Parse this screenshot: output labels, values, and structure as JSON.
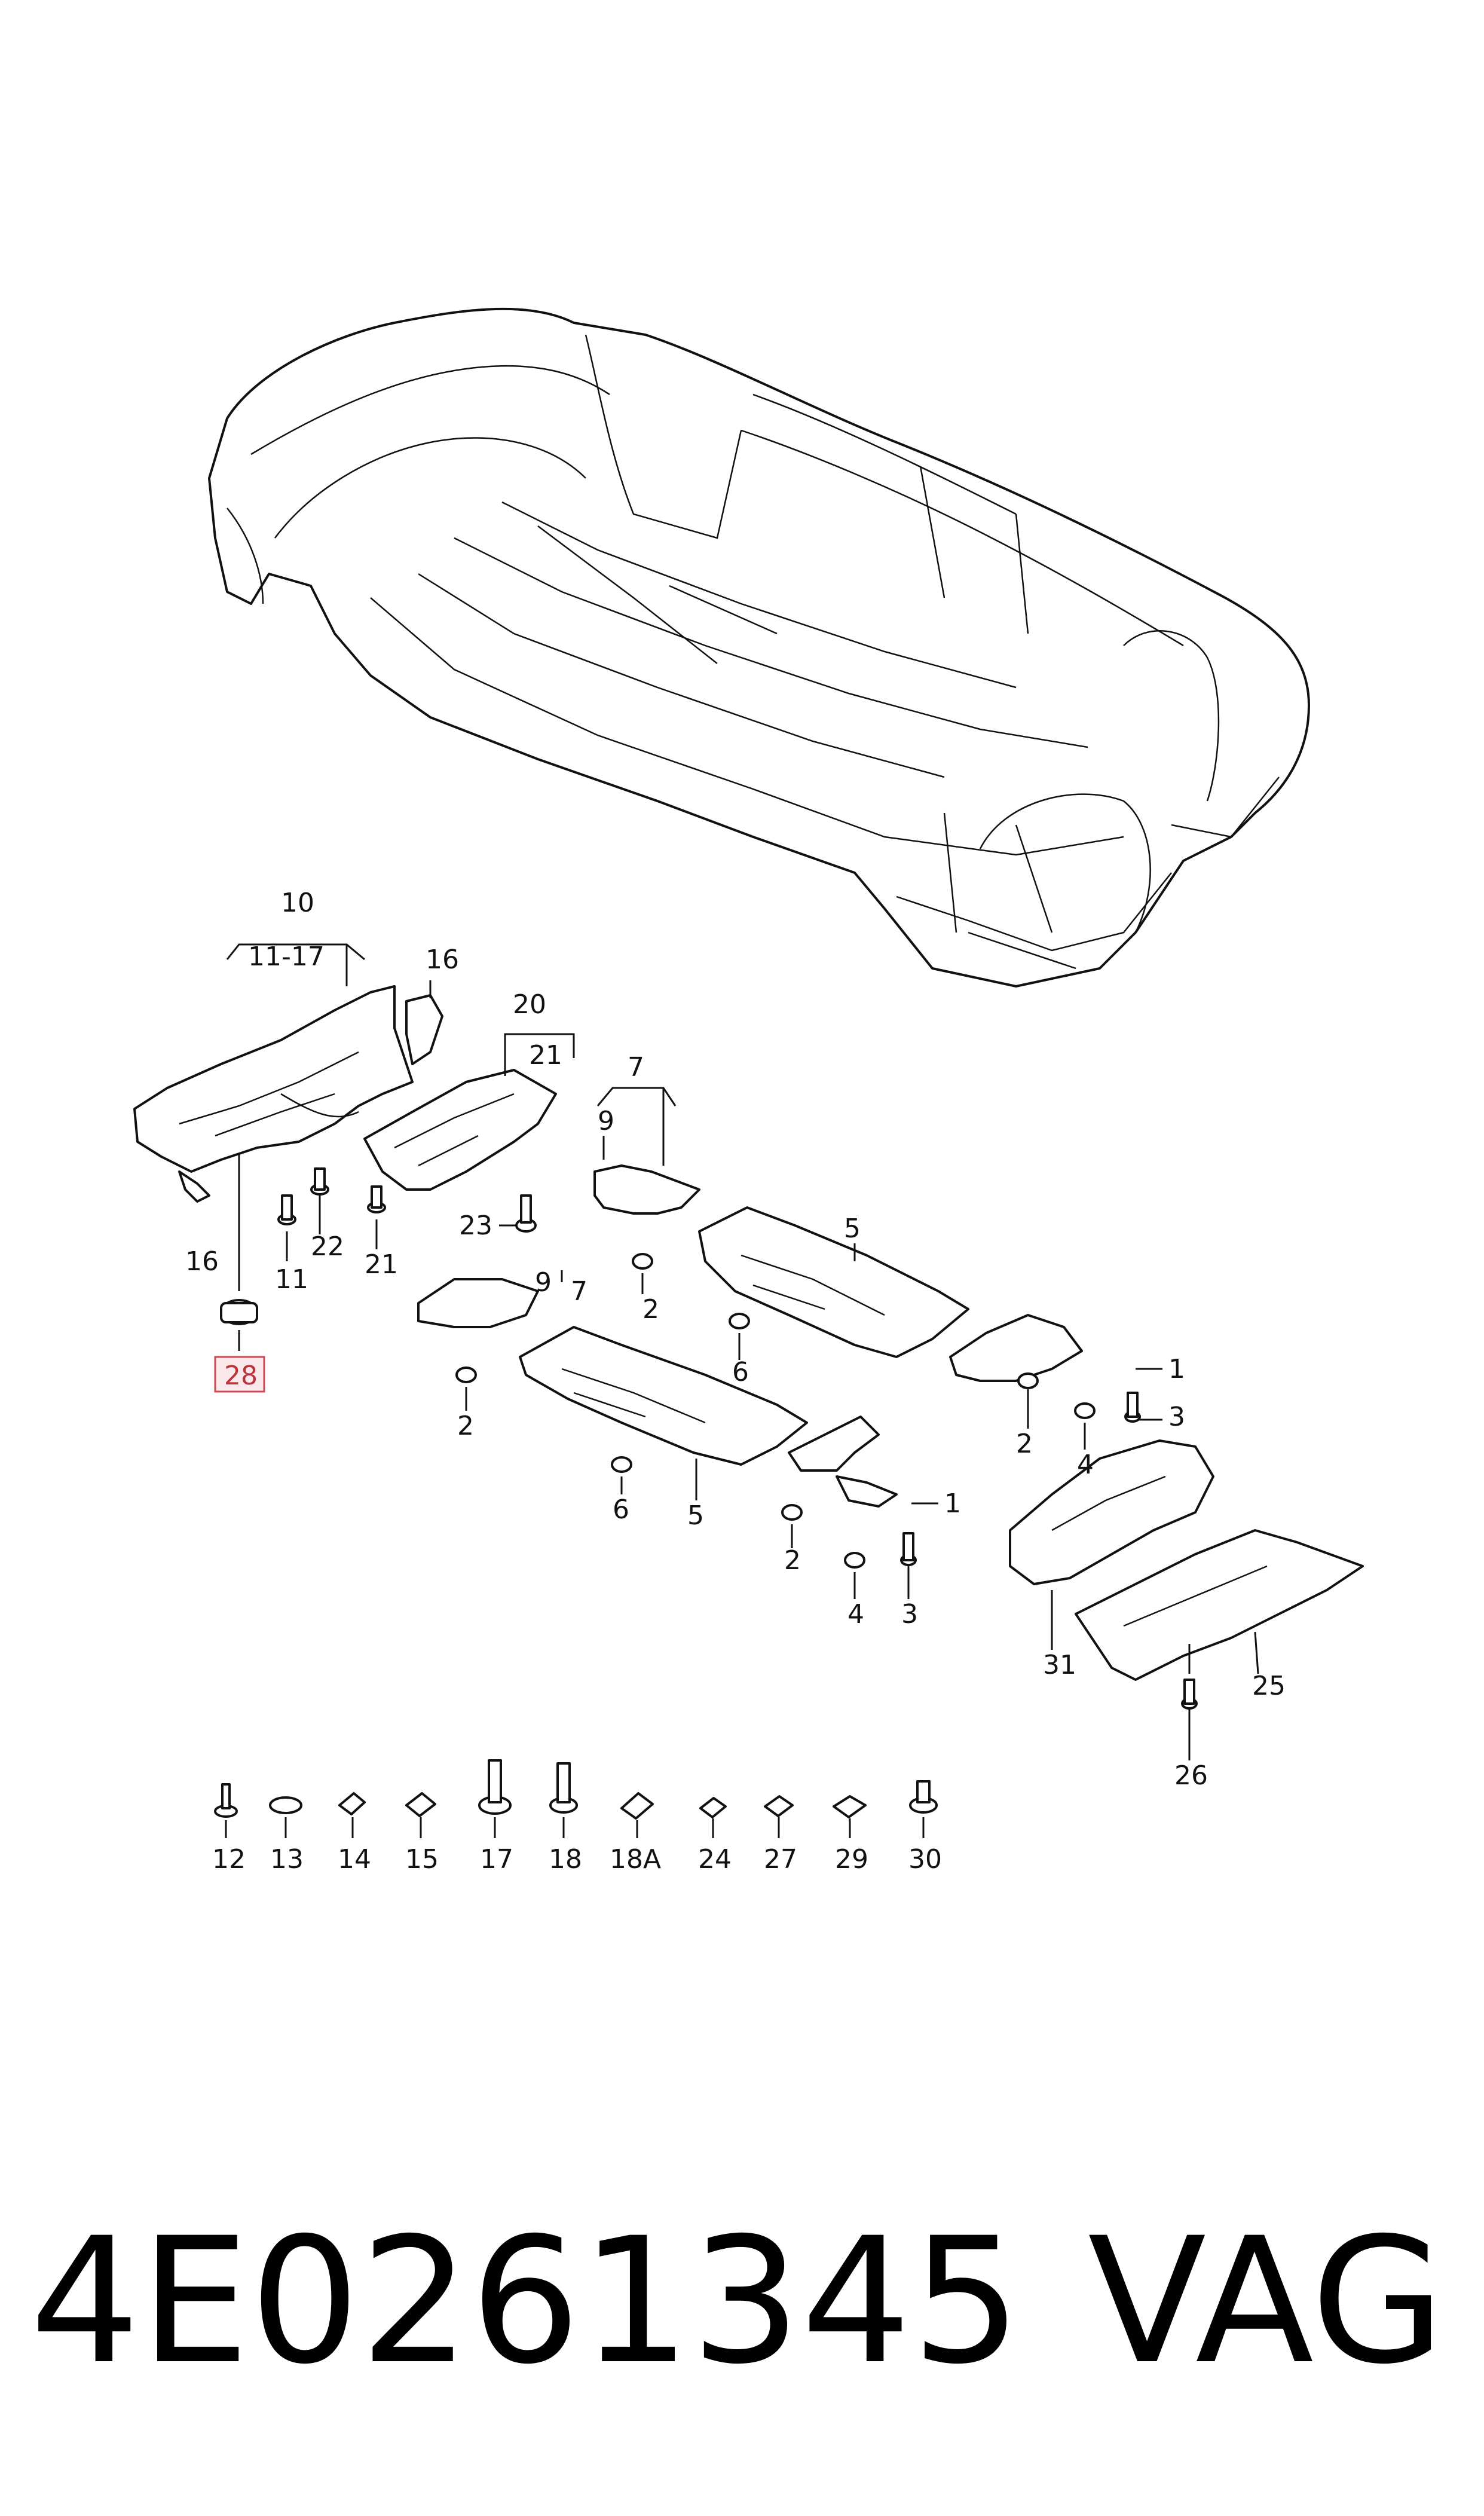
{
  "diagram": {
    "labels": {
      "l10": "10",
      "l11_17": "11-17",
      "l16a": "16",
      "l16b": "16",
      "l11": "11",
      "l22": "22",
      "l21a": "21",
      "l20": "20",
      "l21b": "21",
      "l23": "23",
      "l7a": "7",
      "l9a": "9",
      "l2a": "2",
      "l5a": "5",
      "l6a": "6",
      "l9b": "9",
      "l7b": "7",
      "l2b": "2",
      "l6b": "6",
      "l5b": "5",
      "l1a": "1",
      "l2c": "2",
      "l4a": "4",
      "l3a": "3",
      "l1b": "1",
      "l2d": "2",
      "l4b": "4",
      "l3b": "3",
      "l31": "31",
      "l25": "25",
      "l26": "26"
    },
    "callout": "28",
    "hardware_labels": [
      "12",
      "13",
      "14",
      "15",
      "17",
      "18",
      "18A",
      "24",
      "27",
      "29",
      "30"
    ],
    "footer": {
      "part_number": "4E0261345",
      "brand": "VAG"
    }
  }
}
